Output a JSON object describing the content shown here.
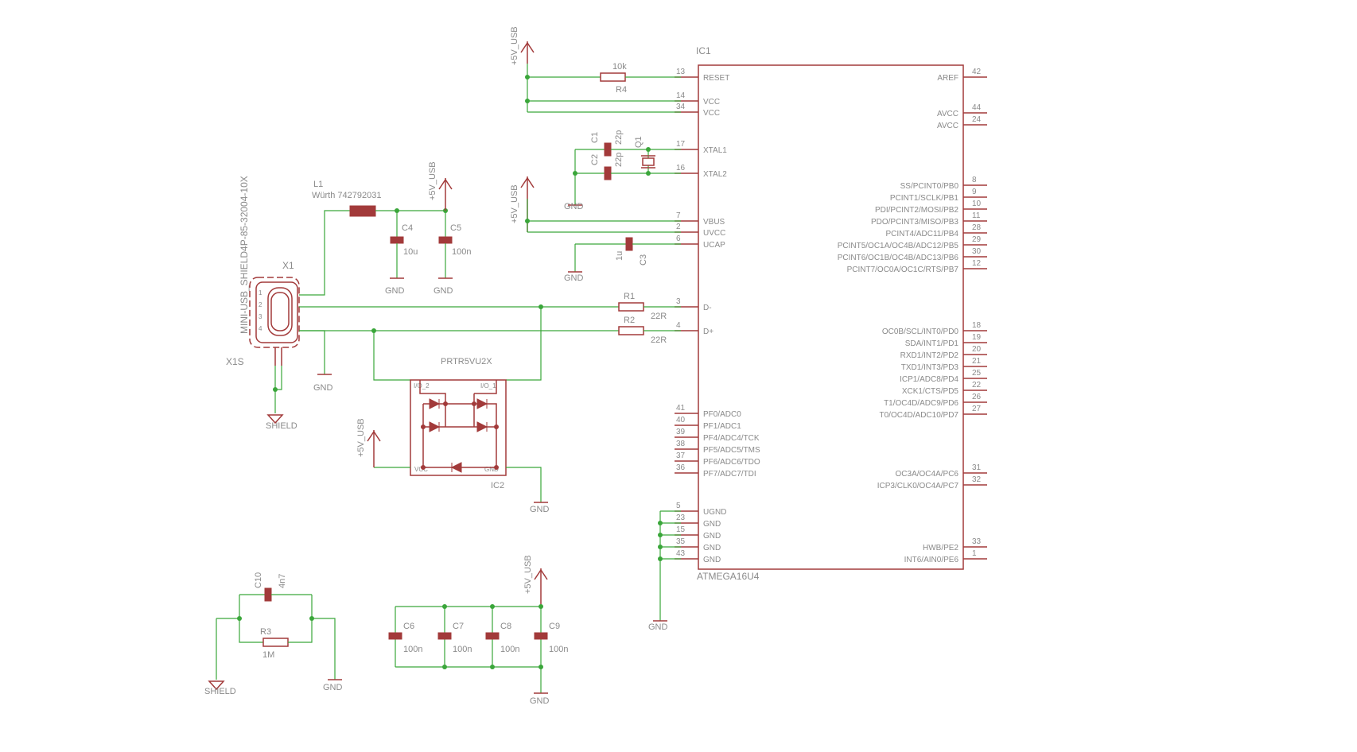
{
  "ic1": {
    "name": "IC1",
    "value": "ATMEGA16U4",
    "left_pins": [
      {
        "num": "13",
        "label": "RESET"
      },
      {
        "num": "14",
        "label": "VCC"
      },
      {
        "num": "34",
        "label": "VCC"
      },
      {
        "num": "17",
        "label": "XTAL1"
      },
      {
        "num": "16",
        "label": "XTAL2"
      },
      {
        "num": "7",
        "label": "VBUS"
      },
      {
        "num": "2",
        "label": "UVCC"
      },
      {
        "num": "6",
        "label": "UCAP"
      },
      {
        "num": "3",
        "label": "D-"
      },
      {
        "num": "4",
        "label": "D+"
      },
      {
        "num": "41",
        "label": "PF0/ADC0"
      },
      {
        "num": "40",
        "label": "PF1/ADC1"
      },
      {
        "num": "39",
        "label": "PF4/ADC4/TCK"
      },
      {
        "num": "38",
        "label": "PF5/ADC5/TMS"
      },
      {
        "num": "37",
        "label": "PF6/ADC6/TDO"
      },
      {
        "num": "36",
        "label": "PF7/ADC7/TDI"
      },
      {
        "num": "5",
        "label": "UGND"
      },
      {
        "num": "23",
        "label": "GND"
      },
      {
        "num": "15",
        "label": "GND"
      },
      {
        "num": "35",
        "label": "GND"
      },
      {
        "num": "43",
        "label": "GND"
      }
    ],
    "right_pins": [
      {
        "num": "42",
        "label": "AREF"
      },
      {
        "num": "44",
        "label": "AVCC"
      },
      {
        "num": "24",
        "label": "AVCC"
      },
      {
        "num": "8",
        "label": "SS/PCINT0/PB0"
      },
      {
        "num": "9",
        "label": "PCINT1/SCLK/PB1"
      },
      {
        "num": "10",
        "label": "PDI/PCINT2/MOSI/PB2"
      },
      {
        "num": "11",
        "label": "PDO/PCINT3/MISO/PB3"
      },
      {
        "num": "28",
        "label": "PCINT4/ADC11/PB4"
      },
      {
        "num": "29",
        "label": "PCINT5/OC1A/OC4B/ADC12/PB5"
      },
      {
        "num": "30",
        "label": "PCINT6/OC1B/OC4B/ADC13/PB6"
      },
      {
        "num": "12",
        "label": "PCINT7/OC0A/OC1C/RTS/PB7"
      },
      {
        "num": "18",
        "label": "OC0B/SCL/INT0/PD0"
      },
      {
        "num": "19",
        "label": "SDA/INT1/PD1"
      },
      {
        "num": "20",
        "label": "RXD1/INT2/PD2"
      },
      {
        "num": "21",
        "label": "TXD1/INT3/PD3"
      },
      {
        "num": "25",
        "label": "ICP1/ADC8/PD4"
      },
      {
        "num": "22",
        "label": "XCK1/CTS/PD5"
      },
      {
        "num": "26",
        "label": "T1/OC4D/ADC9/PD6"
      },
      {
        "num": "27",
        "label": "T0/OC4D/ADC10/PD7"
      },
      {
        "num": "31",
        "label": "OC3A/OC4A/PC6"
      },
      {
        "num": "32",
        "label": "ICP3/CLK0/OC4A/PC7"
      },
      {
        "num": "33",
        "label": "HWB/PE2"
      },
      {
        "num": "1",
        "label": "INT6/AIN0/PE6"
      }
    ]
  },
  "parts": {
    "r4": {
      "name": "R4",
      "value": "10k"
    },
    "r1": {
      "name": "R1",
      "value": "22R"
    },
    "r2": {
      "name": "R2",
      "value": "22R"
    },
    "r3": {
      "name": "R3",
      "value": "1M"
    },
    "c1": {
      "name": "C1",
      "value": "22p"
    },
    "c2": {
      "name": "C2",
      "value": "22p"
    },
    "c3": {
      "name": "C3",
      "value": "1u"
    },
    "c4": {
      "name": "C4",
      "value": "10u"
    },
    "c5": {
      "name": "C5",
      "value": "100n"
    },
    "c6": {
      "name": "C6",
      "value": "100n"
    },
    "c7": {
      "name": "C7",
      "value": "100n"
    },
    "c8": {
      "name": "C8",
      "value": "100n"
    },
    "c9": {
      "name": "C9",
      "value": "100n"
    },
    "c10": {
      "name": "C10",
      "value": "4n7"
    },
    "q1": {
      "name": "Q1"
    },
    "l1": {
      "name": "L1",
      "value": "Würth 742792031"
    },
    "x1": {
      "name": "X1",
      "sub": "X1S",
      "value": "MINI-USB_SHIELD4P-85-32004-10X",
      "pins": [
        "1",
        "2",
        "3",
        "4"
      ]
    },
    "ic2": {
      "name": "IC2",
      "value": "PRTR5VU2X",
      "pin_io2": "I/O_2",
      "pin_io1": "I/O_1",
      "pin_vcc": "VCC",
      "pin_gnd": "GND"
    }
  },
  "nets": {
    "vusb": "+5V_USB",
    "gnd": "GND",
    "shield": "SHIELD"
  },
  "colors": {
    "wire": "#3aa63a",
    "part": "#a23a3a",
    "text": "#8a8a8a"
  }
}
